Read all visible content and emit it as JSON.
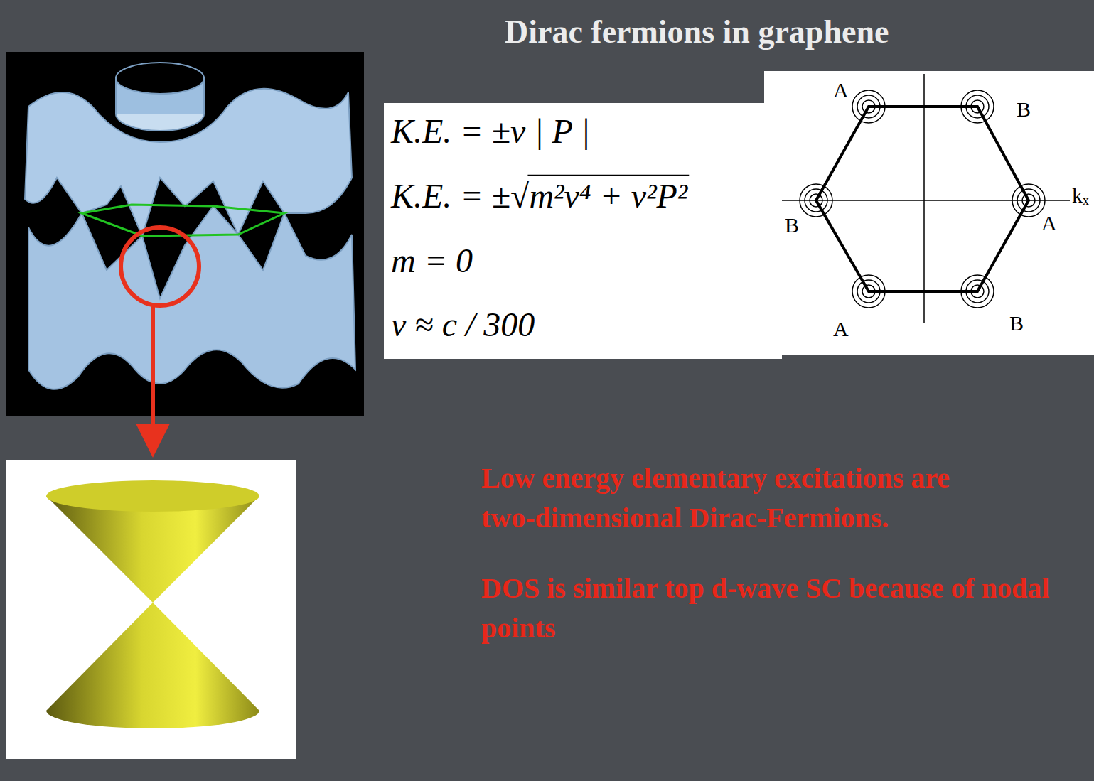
{
  "diagram": {
    "title": "Dirac fermions in graphene",
    "nodes": [
      {
        "text": [
          "K.E. = ±v | P |",
          "K.E. = ±√m²v⁴ + v²P²",
          "m = 0",
          "v ≈ c / 300"
        ]
      }
    ],
    "labels": [
      "A",
      "B",
      "B",
      "A",
      "kₓ",
      "A",
      "B",
      "Low energy elementary excitations are two-dimensional Dirac-Fermions.",
      "DOS is similar top d-wave SC because of nodal points"
    ]
  }
}
